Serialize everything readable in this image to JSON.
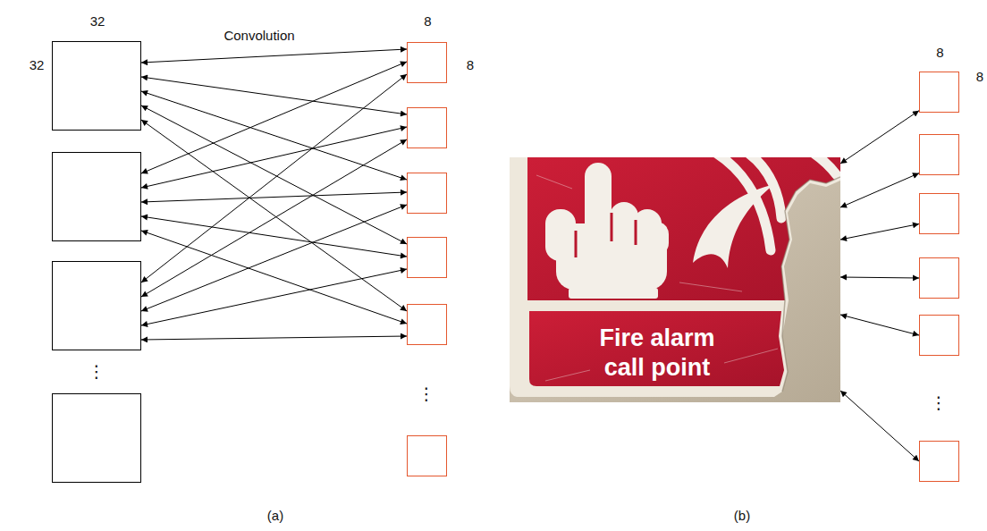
{
  "diagram": {
    "nodes": [
      {
        "text": [
          "32",
          "32"
        ]
      },
      {
        "text": []
      },
      {
        "text": []
      },
      {
        "text": []
      },
      {
        "text": [
          "8",
          "8"
        ]
      },
      {
        "text": []
      },
      {
        "text": []
      },
      {
        "text": []
      },
      {
        "text": []
      },
      {
        "text": []
      },
      {
        "text": [
          "Fire alarm call point"
        ]
      },
      {
        "text": [
          "8",
          "8"
        ]
      },
      {
        "text": []
      },
      {
        "text": []
      },
      {
        "text": []
      },
      {
        "text": []
      },
      {
        "text": []
      }
    ],
    "edges": [
      {
        "from": 0,
        "to": 4,
        "arrow": "both"
      },
      {
        "from": 0,
        "to": 5,
        "arrow": "both"
      },
      {
        "from": 0,
        "to": 6,
        "arrow": "both"
      },
      {
        "from": 0,
        "to": 7,
        "arrow": "both"
      },
      {
        "from": 0,
        "to": 8,
        "arrow": "both"
      },
      {
        "from": 1,
        "to": 4,
        "arrow": "both"
      },
      {
        "from": 1,
        "to": 5,
        "arrow": "both"
      },
      {
        "from": 1,
        "to": 6,
        "arrow": "both"
      },
      {
        "from": 1,
        "to": 7,
        "arrow": "both"
      },
      {
        "from": 1,
        "to": 8,
        "arrow": "both"
      },
      {
        "from": 2,
        "to": 4,
        "arrow": "both"
      },
      {
        "from": 2,
        "to": 5,
        "arrow": "both"
      },
      {
        "from": 2,
        "to": 6,
        "arrow": "both"
      },
      {
        "from": 2,
        "to": 7,
        "arrow": "both"
      },
      {
        "from": 2,
        "to": 8,
        "arrow": "both"
      },
      {
        "from": 10,
        "to": 11,
        "arrow": "both"
      },
      {
        "from": 10,
        "to": 12,
        "arrow": "both"
      },
      {
        "from": 10,
        "to": 13,
        "arrow": "both"
      },
      {
        "from": 10,
        "to": 14,
        "arrow": "both"
      },
      {
        "from": 10,
        "to": 15,
        "arrow": "both"
      },
      {
        "from": 10,
        "to": 16,
        "arrow": "both"
      }
    ],
    "labels": [
      "Convolution",
      "⋮",
      "⋮",
      "⋮",
      "(a)",
      "(b)"
    ]
  }
}
